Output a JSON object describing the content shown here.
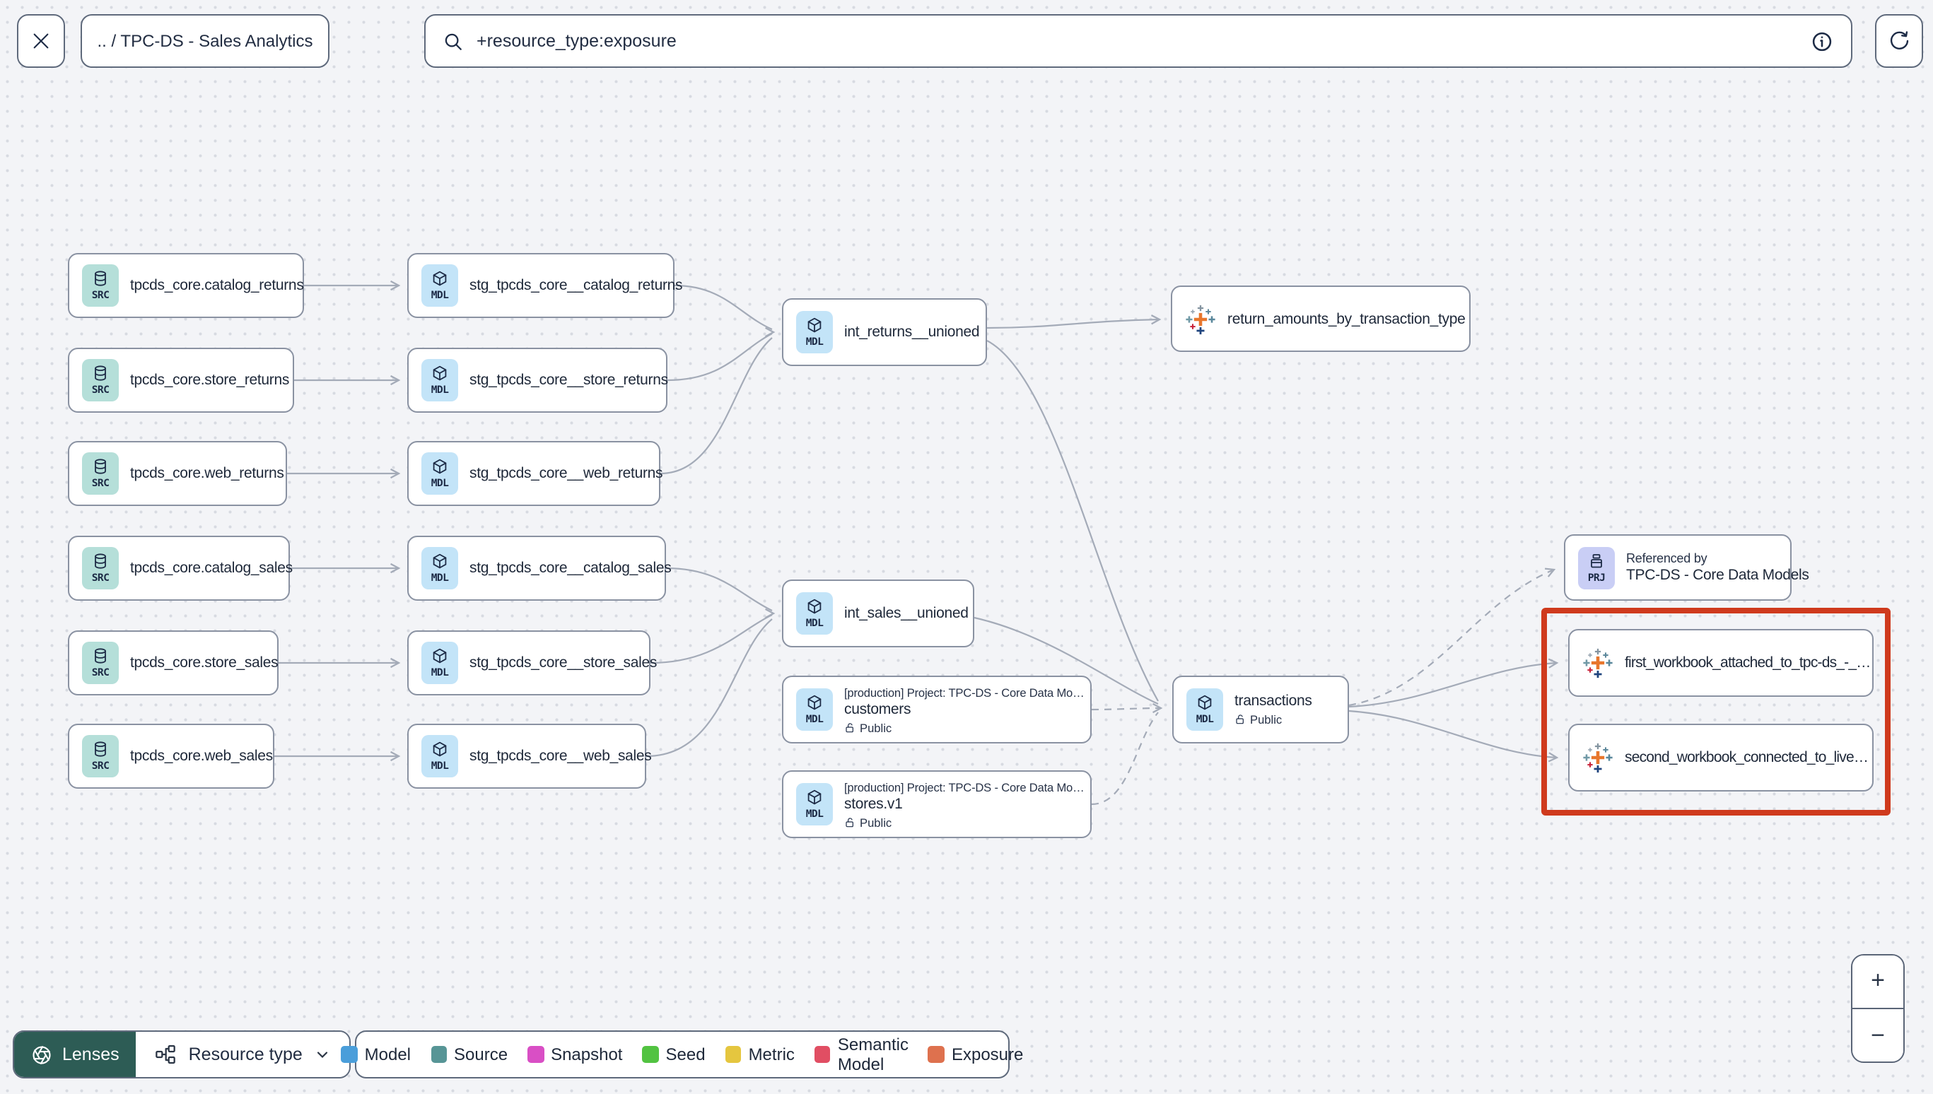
{
  "toolbar": {
    "breadcrumb": ".. / TPC-DS - Sales Analytics",
    "search_value": "+resource_type:exposure"
  },
  "graph": {
    "nodes": [
      {
        "type": "source",
        "badge": "SRC",
        "label": "tpcds_core.catalog_returns"
      },
      {
        "type": "source",
        "badge": "SRC",
        "label": "tpcds_core.store_returns"
      },
      {
        "type": "source",
        "badge": "SRC",
        "label": "tpcds_core.web_returns"
      },
      {
        "type": "source",
        "badge": "SRC",
        "label": "tpcds_core.catalog_sales"
      },
      {
        "type": "source",
        "badge": "SRC",
        "label": "tpcds_core.store_sales"
      },
      {
        "type": "source",
        "badge": "SRC",
        "label": "tpcds_core.web_sales"
      },
      {
        "type": "model",
        "badge": "MDL",
        "label": "stg_tpcds_core__catalog_returns"
      },
      {
        "type": "model",
        "badge": "MDL",
        "label": "stg_tpcds_core__store_returns"
      },
      {
        "type": "model",
        "badge": "MDL",
        "label": "stg_tpcds_core__web_returns"
      },
      {
        "type": "model",
        "badge": "MDL",
        "label": "stg_tpcds_core__catalog_sales"
      },
      {
        "type": "model",
        "badge": "MDL",
        "label": "stg_tpcds_core__store_sales"
      },
      {
        "type": "model",
        "badge": "MDL",
        "label": "stg_tpcds_core__web_sales"
      },
      {
        "type": "model",
        "badge": "MDL",
        "label": "int_returns__unioned"
      },
      {
        "type": "model",
        "badge": "MDL",
        "label": "int_sales__unioned"
      },
      {
        "type": "model",
        "badge": "MDL",
        "project_line": "[production] Project: TPC-DS - Core Data Mo…",
        "label": "customers",
        "visibility": "Public"
      },
      {
        "type": "model",
        "badge": "MDL",
        "project_line": "[production] Project: TPC-DS - Core Data Mo…",
        "label": "stores.v1",
        "visibility": "Public"
      },
      {
        "type": "exposure",
        "label": "return_amounts_by_transaction_type"
      },
      {
        "type": "model",
        "badge": "MDL",
        "label": "transactions",
        "visibility": "Public"
      },
      {
        "type": "project",
        "badge": "PRJ",
        "title_line": "Referenced by",
        "label": "TPC-DS - Core Data Models"
      },
      {
        "type": "exposure",
        "label": "first_workbook_attached_to_tpc-ds_-_…"
      },
      {
        "type": "exposure",
        "label": "second_workbook_connected_to_live…"
      }
    ]
  },
  "footer": {
    "lenses_label": "Lenses",
    "resource_type_label": "Resource type",
    "legend": {
      "items": [
        {
          "label": "Model",
          "color": "#4a9eda"
        },
        {
          "label": "Source",
          "color": "#579596"
        },
        {
          "label": "Snapshot",
          "color": "#d94fc5"
        },
        {
          "label": "Seed",
          "color": "#52c341"
        },
        {
          "label": "Metric",
          "color": "#e5c63f"
        },
        {
          "label": "Semantic Model",
          "color": "#e14e63"
        },
        {
          "label": "Exposure",
          "color": "#de714e"
        }
      ]
    }
  },
  "zoom_controls": {
    "zoom_in": "+",
    "zoom_out": "−"
  }
}
